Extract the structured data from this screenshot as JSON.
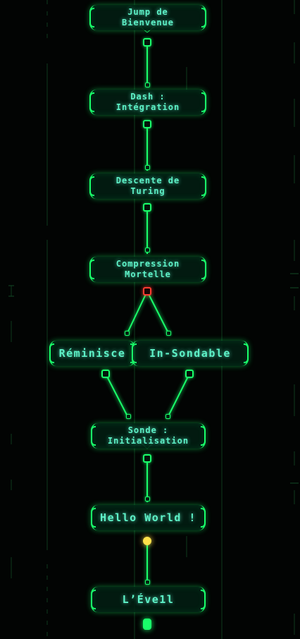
{
  "colors": {
    "accent": "#19ff6a",
    "text": "#5ef2c8",
    "locked": "#ff3b30",
    "current": "#ffe14a",
    "background": "#020403"
  },
  "levels": [
    {
      "id": "jump",
      "label": "Jump de\nBienvenue",
      "state": "unlocked",
      "icon": "node-pin-icon"
    },
    {
      "id": "dash",
      "label": "Dash :\nIntégration",
      "state": "unlocked",
      "icon": "node-pin-icon"
    },
    {
      "id": "descente",
      "label": "Descente de\nTuring",
      "state": "unlocked",
      "icon": "node-pin-icon"
    },
    {
      "id": "compression",
      "label": "Compression\nMortelle",
      "state": "locked",
      "icon": "locked-node-icon"
    },
    {
      "id": "reminisce",
      "label": "Réminisce",
      "state": "unlocked",
      "icon": "node-pin-icon"
    },
    {
      "id": "in-sondable",
      "label": "In-Sondable",
      "state": "unlocked",
      "icon": "node-pin-icon"
    },
    {
      "id": "sonde",
      "label": "Sonde :\nInitialisation",
      "state": "unlocked",
      "icon": "node-pin-icon"
    },
    {
      "id": "hello",
      "label": "Hello World !",
      "state": "current",
      "icon": "current-node-icon"
    },
    {
      "id": "eveil",
      "label": "L’Éve1l",
      "state": "start",
      "icon": "start-node-icon"
    }
  ]
}
